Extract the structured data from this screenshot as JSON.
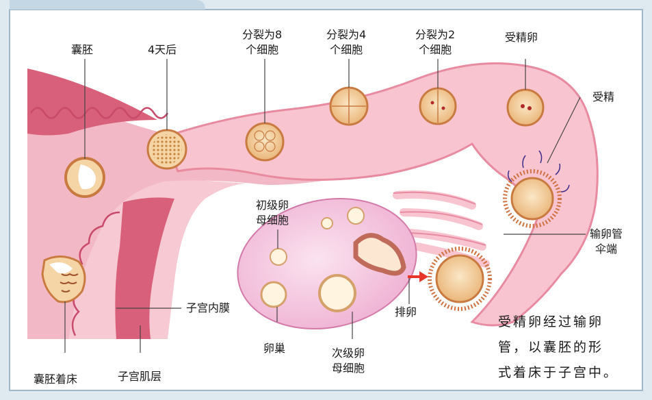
{
  "labels": {
    "blastocyst": "囊胚",
    "day4": "4天后",
    "split8": [
      "分裂为8",
      "个细胞"
    ],
    "split4": [
      "分裂为4",
      "个细胞"
    ],
    "split2": [
      "分裂为2",
      "个细胞"
    ],
    "zygote": "受精卵",
    "fertilization": "受精",
    "primary_oocyte": [
      "初级卵",
      "母细胞"
    ],
    "fimbriae": [
      "输卵管",
      "伞端"
    ],
    "ovulation": "排卵",
    "endometrium": "子宫内膜",
    "ovary": "卵巢",
    "secondary_oocyte": [
      "次级卵",
      "母细胞"
    ],
    "implantation": "囊胚着床",
    "myometrium": "子宫肌层"
  },
  "caption": [
    "受精卵经过输卵",
    "管，以囊胚的形",
    "式着床于子宫中。"
  ],
  "colors": {
    "frame_border": "#9fb8c9",
    "tube_fill": "#f7c4cf",
    "tube_wall": "#e88aa0",
    "uterus_wall": "#d9607a",
    "ovary_fill": "#f4c2df",
    "cell_fill": "#f5d5a5",
    "cell_ring": "#c97a40",
    "arrow": "#e8352a"
  }
}
